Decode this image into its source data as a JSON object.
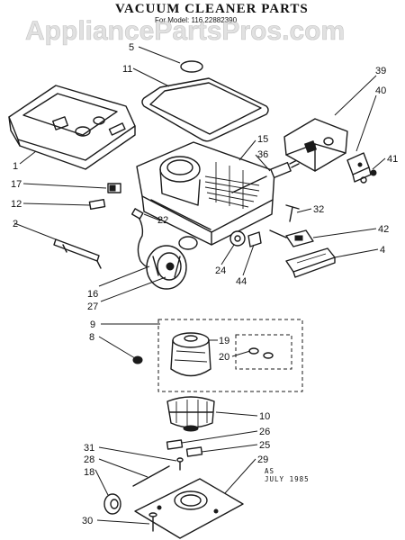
{
  "header": {
    "title": "VACUUM CLEANER PARTS",
    "model_line": "For Model: 116.22882390"
  },
  "watermark": "AppliancePartsPros.com",
  "stamp": {
    "line1": "AS",
    "line2": "JULY 1985"
  },
  "callouts": [
    "5",
    "11",
    "39",
    "40",
    "15",
    "36",
    "41",
    "1",
    "17",
    "32",
    "12",
    "22",
    "42",
    "2",
    "4",
    "24",
    "44",
    "16",
    "27",
    "9",
    "19",
    "8",
    "20",
    "10",
    "26",
    "31",
    "25",
    "28",
    "29",
    "18",
    "30"
  ],
  "colors": {
    "ink": "#1a1a1a",
    "paper": "#ffffff",
    "watermark": "#c8c8c8"
  }
}
